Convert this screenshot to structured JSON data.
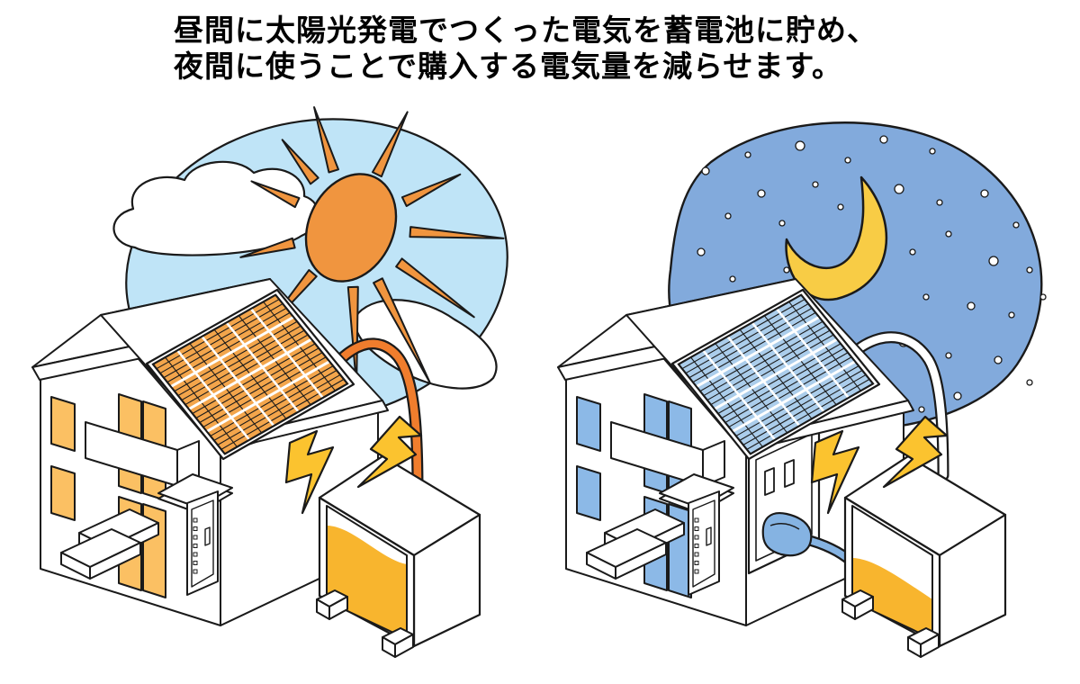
{
  "caption": {
    "line1": "昼間に太陽光発電でつくった電気を蓄電池に貯め、",
    "line2": "夜間に使うことで購入する電気量を減らせます。"
  },
  "outline_color": "#1A1A1A",
  "scenes": {
    "day": {
      "id": "day",
      "sky_color": "#BFE4F7",
      "sun_color": "#F0953F",
      "cloud_color": "#FFFFFF",
      "panel_color": "#F3A54B",
      "window_color": "#FBC063",
      "cable_color": "#F07D2D",
      "battery_fill_percent": 80
    },
    "night": {
      "id": "night",
      "sky_color": "#82AADC",
      "moon_color": "#F8CC45",
      "star_color": "#FFFFFF",
      "panel_color": "#ABCDEB",
      "window_color": "#8CB9E7",
      "cable_color": "#FFFFFF",
      "plug_color": "#85B3E2",
      "cord_color": "#85B3E2",
      "battery_fill_percent": 40,
      "stars": [
        [
          200,
          190,
          4
        ],
        [
          247,
          172,
          3
        ],
        [
          305,
          162,
          5
        ],
        [
          358,
          178,
          3
        ],
        [
          398,
          155,
          4
        ],
        [
          452,
          168,
          3
        ],
        [
          322,
          205,
          3
        ],
        [
          262,
          215,
          4
        ],
        [
          225,
          240,
          3
        ],
        [
          285,
          248,
          3
        ],
        [
          350,
          230,
          3
        ],
        [
          415,
          210,
          5
        ],
        [
          460,
          225,
          3
        ],
        [
          510,
          215,
          4
        ],
        [
          545,
          250,
          3
        ],
        [
          470,
          260,
          3
        ],
        [
          430,
          280,
          3
        ],
        [
          520,
          290,
          5
        ],
        [
          560,
          300,
          3
        ],
        [
          195,
          280,
          4
        ],
        [
          230,
          310,
          3
        ],
        [
          290,
          300,
          3
        ],
        [
          335,
          320,
          4
        ],
        [
          385,
          305,
          3
        ],
        [
          445,
          330,
          3
        ],
        [
          495,
          340,
          4
        ],
        [
          540,
          350,
          3
        ],
        [
          575,
          330,
          3
        ],
        [
          210,
          350,
          4
        ],
        [
          260,
          360,
          3
        ],
        [
          310,
          370,
          3
        ],
        [
          365,
          385,
          3
        ],
        [
          420,
          380,
          5
        ],
        [
          470,
          395,
          3
        ],
        [
          525,
          400,
          4
        ],
        [
          560,
          425,
          3
        ],
        [
          480,
          440,
          4
        ],
        [
          300,
          430,
          3
        ],
        [
          250,
          415,
          3
        ],
        [
          350,
          440,
          4
        ],
        [
          400,
          445,
          3
        ],
        [
          440,
          455,
          3
        ]
      ]
    }
  },
  "battery": {
    "case_color": "#FFFFFF",
    "charge_color": "#F8B52E",
    "bolt_color": "#FBC32F"
  },
  "house": {
    "wall_color": "#FFFFFF"
  }
}
